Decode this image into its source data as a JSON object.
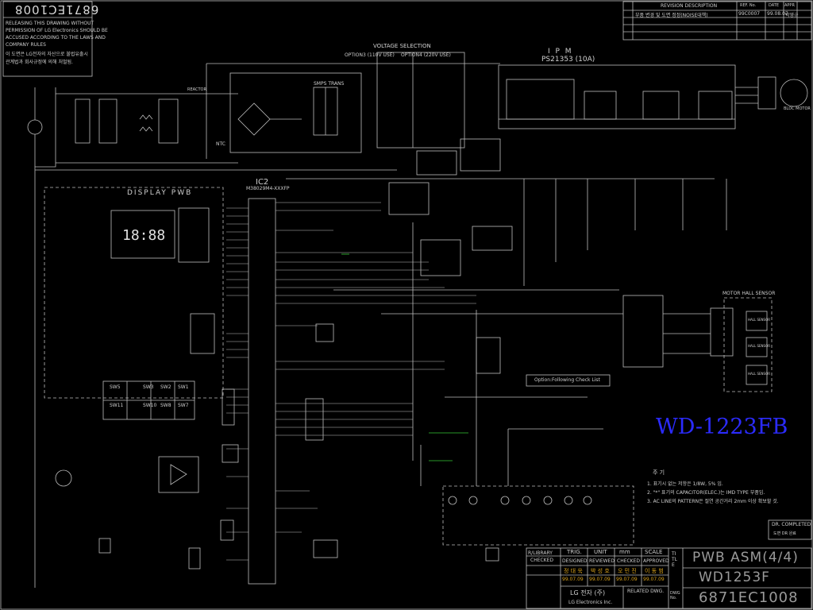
{
  "drawing_number": "6871EC1008",
  "warning_lines": [
    "RELEASING THIS DRAWING WITHOUT",
    "PERMISSION OF LG Electronics SHOULD BE",
    "ACCUSED ACCORDING TO THE LAWS AND",
    "COMPANY RULES",
    "이 도면은 LG전자의 자산으로 불법유출시",
    "관계법과 회사규정에 의해 처벌됨."
  ],
  "model_title": "WD-1223FB",
  "voltage_selection": "VOLTAGE SELECTION",
  "option3": "OPTION3 (110V USE)",
  "option4": "OPTION4 (220V USE)",
  "ipm_title": "I P M",
  "ipm_part": "PS21353 (10A)",
  "smps_trans": "SMPS TRANS",
  "display_pwb": "DISPLAY PWB",
  "lcd_digits": "18:88",
  "ic2_label": "IC2",
  "ic2_part": "M38029M4-XXXFP",
  "motor_hall_sensor": "MOTOR HALL SENSOR",
  "option_check_list": "Option:Following Check List",
  "bldc_motor": "BLDC MOTOR",
  "hall_sensor_label": "HALL SENSOR",
  "switches": [
    "SW5",
    "SW3",
    "SW2",
    "SW1",
    "SW11",
    "SW10",
    "SW8",
    "SW7"
  ],
  "reactor": "REACTOR",
  "ntc": "NTC",
  "notes_title": "주 기",
  "notes": [
    "1. 표기시 없는 저항은 1/8W, 5% 임.",
    "2. \"*\" 표기의 CAPACITOR(ELEC.)는 IMD TYPE 부품임.",
    "3. AC LINE의 PATTERN은 절연 공간거리 2mm 이상 확보할 것."
  ],
  "revision": {
    "headers": [
      "REVISION DESCRIPTION",
      "REF. No.",
      "DATE",
      "APPR"
    ],
    "rows": [
      [
        "부품 변경 및 도면 정정(NOISE대책)",
        "99C0007",
        "99.08.07",
        "박영규"
      ],
      [
        "",
        "",
        "",
        ""
      ],
      [
        "",
        "",
        "",
        ""
      ],
      [
        "",
        "",
        "",
        ""
      ]
    ]
  },
  "title_block": {
    "dr_completed": "DR. COMPLETED",
    "dr_sub": "도면 DR 완료",
    "pwb_asm": "PWB ASM(4/4)",
    "model_code": "WD1253F",
    "dwg_no": "6871EC1008",
    "trig": "TRIG.",
    "unit": "UNIT",
    "unit_val": "mm",
    "scale": "SCALE",
    "r_library": "R/LIBRARY",
    "checked": "CHECKED",
    "roles": [
      "DESIGNED",
      "REVIEWED",
      "CHECKED",
      "APPROVED"
    ],
    "names": [
      "정 대 욱",
      "박 성 호",
      "오 민 진",
      "이 동 범"
    ],
    "dates": [
      "99.07.09",
      "99.07.09",
      "99.07.09",
      "99.07.09"
    ],
    "company": "LG 전자 (주)",
    "company_en": "LG Electronics Inc.",
    "related_dwg": "RELATED DWG.",
    "dwg_label": "DWG No.",
    "title_vert": "TITLE"
  },
  "colors": {
    "background": "#000000",
    "line": "#c8c8c8",
    "title": "#2b2bff",
    "highlight": "#37c837"
  }
}
